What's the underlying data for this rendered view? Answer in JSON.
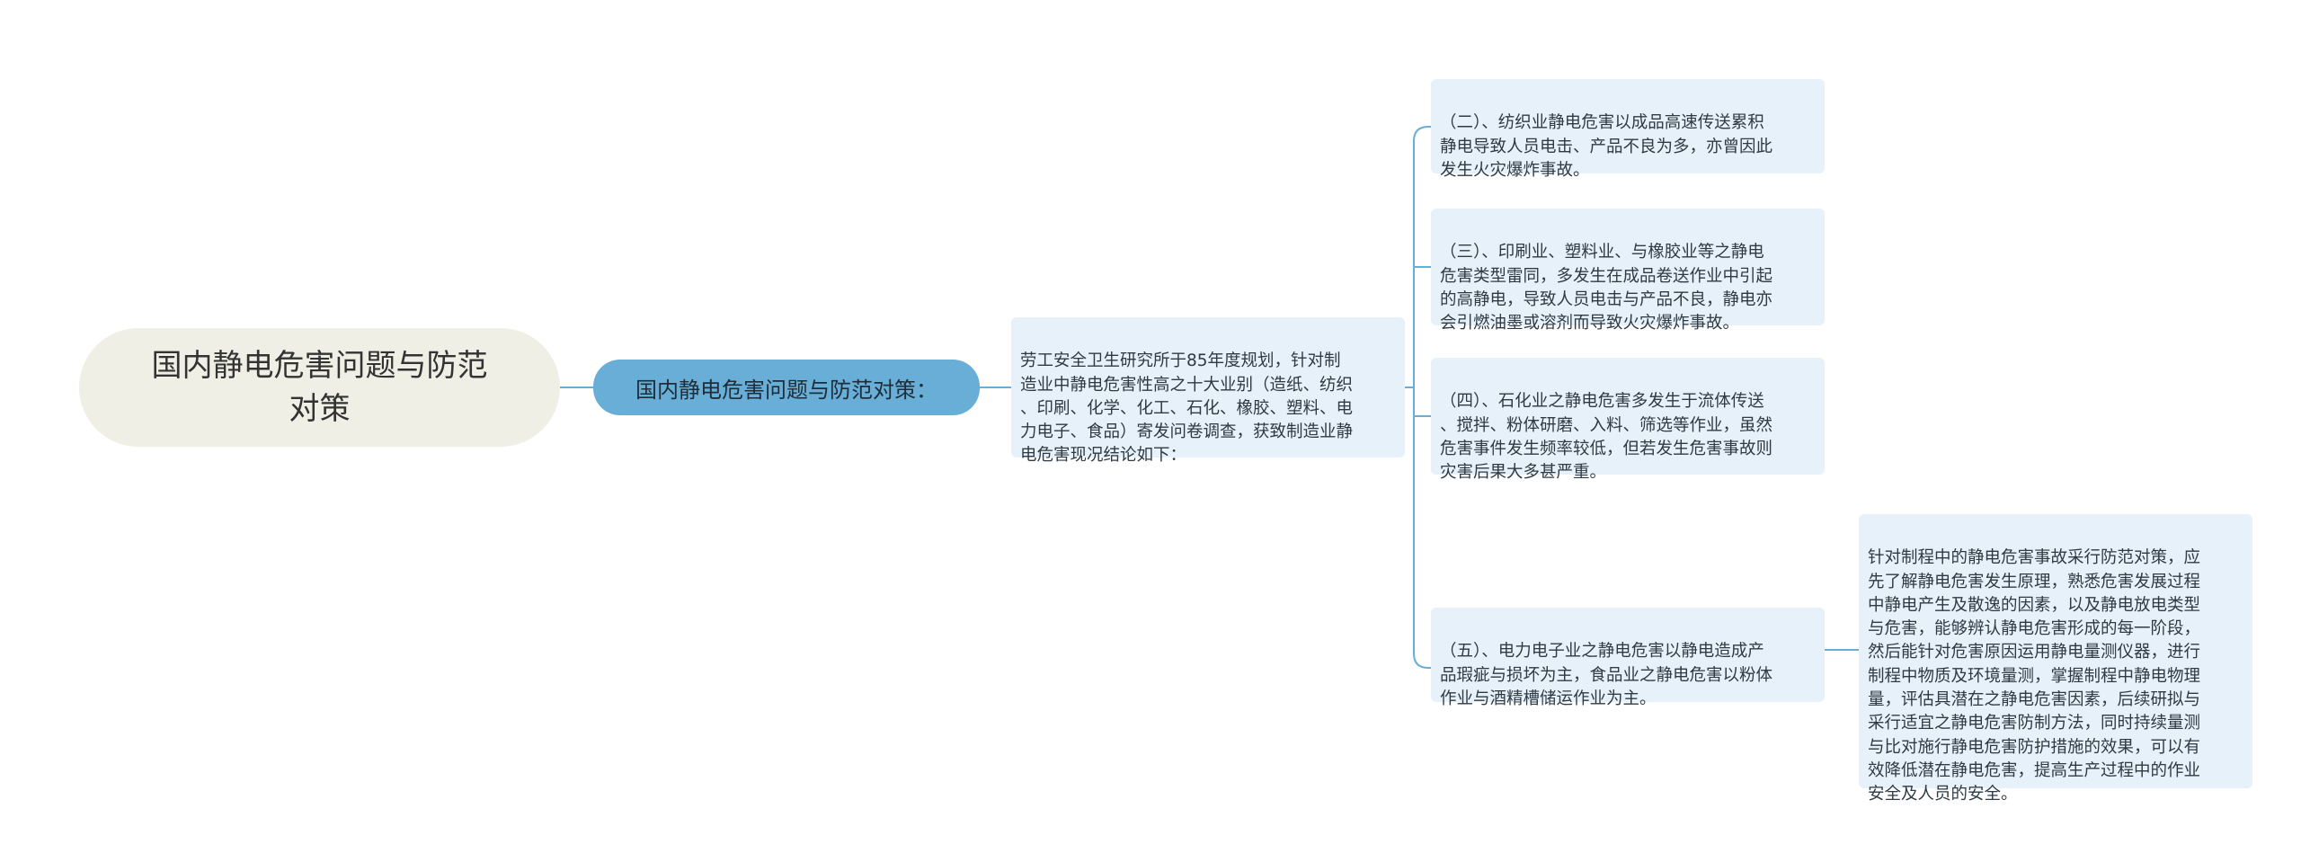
{
  "root": {
    "label": "国内静电危害问题与防范\n对策"
  },
  "main_topic": {
    "label": "国内静电危害问题与防范对策："
  },
  "survey": {
    "text": "劳工安全卫生研究所于85年度规划，针对制\n造业中静电危害性高之十大业别（造纸、纺织\n、印刷、化学、化工、石化、橡胶、塑料、电\n力电子、食品）寄发问卷调查，获致制造业静\n电危害现况结论如下："
  },
  "findings": [
    {
      "text": "（二）、纺织业静电危害以成品高速传送累积\n静电导致人员电击、产品不良为多，亦曾因此\n发生火灾爆炸事故。"
    },
    {
      "text": "（三）、印刷业、塑料业、与橡胶业等之静电\n危害类型雷同，多发生在成品卷送作业中引起\n的高静电，导致人员电击与产品不良，静电亦\n会引燃油墨或溶剂而导致火灾爆炸事故。"
    },
    {
      "text": "（四）、石化业之静电危害多发生于流体传送\n、搅拌、粉体研磨、入料、筛选等作业，虽然\n危害事件发生频率较低，但若发生危害事故则\n灾害后果大多甚严重。"
    },
    {
      "text": "（五）、电力电子业之静电危害以静电造成产\n品瑕疵与损坏为主，食品业之静电危害以粉体\n作业与酒精槽储运作业为主。"
    }
  ],
  "countermeasure": {
    "text": "针对制程中的静电危害事故采行防范对策，应\n先了解静电危害发生原理，熟悉危害发展过程\n中静电产生及散逸的因素，以及静电放电类型\n与危害，能够辨认静电危害形成的每一阶段，\n然后能针对危害原因运用静电量测仪器，进行\n制程中物质及环境量测，掌握制程中静电物理\n量，评估具潜在之静电危害因素，后续研拟与\n采行适宜之静电危害防制方法，同时持续量测\n与比对施行静电危害防护措施的效果，可以有\n效降低潜在静电危害，提高生产过程中的作业\n安全及人员的安全。"
  },
  "colors": {
    "connector": "#68aed6",
    "root_fill": "#efefe6",
    "main_fill": "#68aed6",
    "box_fill": "#e6f1f9"
  }
}
